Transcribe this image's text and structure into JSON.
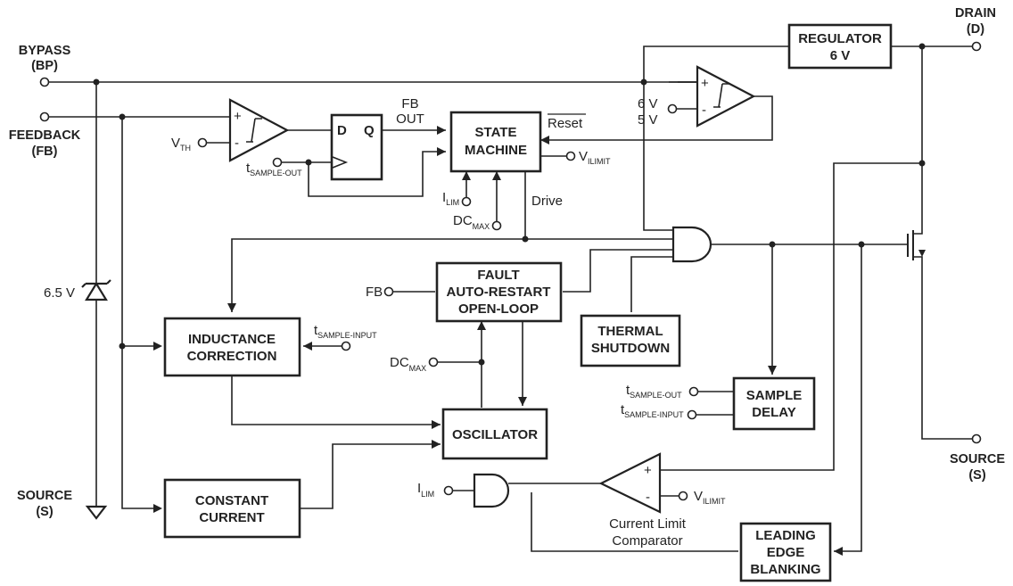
{
  "pins": {
    "bypass": {
      "name": "BYPASS",
      "abbr": "(BP)"
    },
    "feedback": {
      "name": "FEEDBACK",
      "abbr": "(FB)"
    },
    "source_left": {
      "name": "SOURCE",
      "abbr": "(S)"
    },
    "drain": {
      "name": "DRAIN",
      "abbr": "(D)"
    },
    "source_right": {
      "name": "SOURCE",
      "abbr": "(S)"
    }
  },
  "blocks": {
    "regulator": [
      "REGULATOR",
      "6 V"
    ],
    "state_machine": [
      "STATE",
      "MACHINE"
    ],
    "fault": [
      "FAULT",
      "AUTO-RESTART",
      "OPEN-LOOP"
    ],
    "inductance": [
      "INDUCTANCE",
      "CORRECTION"
    ],
    "thermal": [
      "THERMAL",
      "SHUTDOWN"
    ],
    "sample_delay": [
      "SAMPLE",
      "DELAY"
    ],
    "oscillator": [
      "OSCILLATOR"
    ],
    "constant_current": [
      "CONSTANT",
      "CURRENT"
    ],
    "leb": [
      "LEADING",
      "EDGE",
      "BLANKING"
    ]
  },
  "labels": {
    "zener": "6.5 V",
    "vth_main": "V",
    "vth_sub": "TH",
    "ff_d": "D",
    "ff_q": "Q",
    "fb_out_1": "FB",
    "fb_out_2": "OUT",
    "reset": "Reset",
    "six_v": "6 V",
    "five_v": "5 V",
    "t_main": "t",
    "sample_out_sub": "SAMPLE-OUT",
    "sample_input_sub": "SAMPLE-INPUT",
    "v_main": "V",
    "ilimit_sub": "ILIMIT",
    "i_main": "I",
    "lim_sub": "LIM",
    "dc_main": "DC",
    "max_sub": "MAX",
    "drive": "Drive",
    "fb_in": "FB",
    "comparator_1": "Current Limit",
    "comparator_2": "Comparator"
  }
}
